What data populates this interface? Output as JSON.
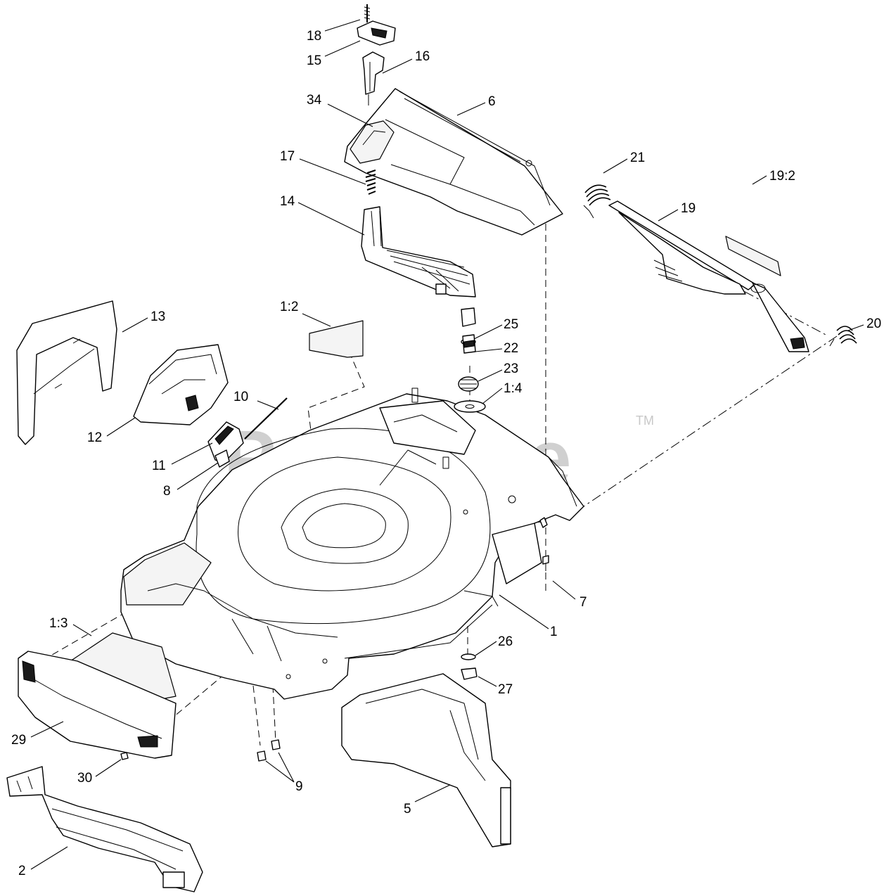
{
  "watermark": {
    "text": "PartsTree",
    "trademark": "TM"
  },
  "callouts": {
    "c18": "18",
    "c15": "15",
    "c16": "16",
    "c34": "34",
    "c6": "6",
    "c17": "17",
    "c14": "14",
    "c21": "21",
    "c19": "19",
    "c19_2": "19:2",
    "c20": "20",
    "c13": "13",
    "c1_2": "1:2",
    "c25": "25",
    "c22": "22",
    "c23": "23",
    "c1_4": "1:4",
    "c10": "10",
    "c12": "12",
    "c11": "11",
    "c8": "8",
    "c7": "7",
    "c1": "1",
    "c1_3": "1:3",
    "c26": "26",
    "c27": "27",
    "c29": "29",
    "c30": "30",
    "c9": "9",
    "c5": "5",
    "c2": "2"
  }
}
